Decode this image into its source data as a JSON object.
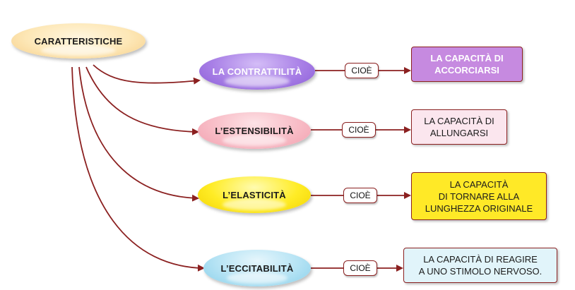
{
  "diagram": {
    "root": {
      "label": "CARATTERISTICHE"
    },
    "connector_label": "CIOÈ",
    "branches": [
      {
        "term": "LA CONTRATTILITÀ",
        "definition": "LA CAPACITÀ DI\nACCORCIARSI"
      },
      {
        "term": "L’ESTENSIBILITÀ",
        "definition": "LA CAPACITÀ DI\nALLUNGARSI"
      },
      {
        "term": "L’ELASTICITÀ",
        "definition": "LA CAPACITÀ\nDI TORNARE ALLA\nLUNGHEZZA ORIGINALE"
      },
      {
        "term": "L’ECCITABILITÀ",
        "definition": "LA CAPACITÀ DI REAGIRE\nA UNO STIMOLO NERVOSO."
      }
    ]
  },
  "colors": {
    "arrow": "#8b2020",
    "contrattilita": "#a87fe6",
    "estensibilita": "#f8bcc6",
    "elasticita": "#ffec26",
    "eccitabilita": "#b5e3f4",
    "root": "#fde7b6"
  }
}
